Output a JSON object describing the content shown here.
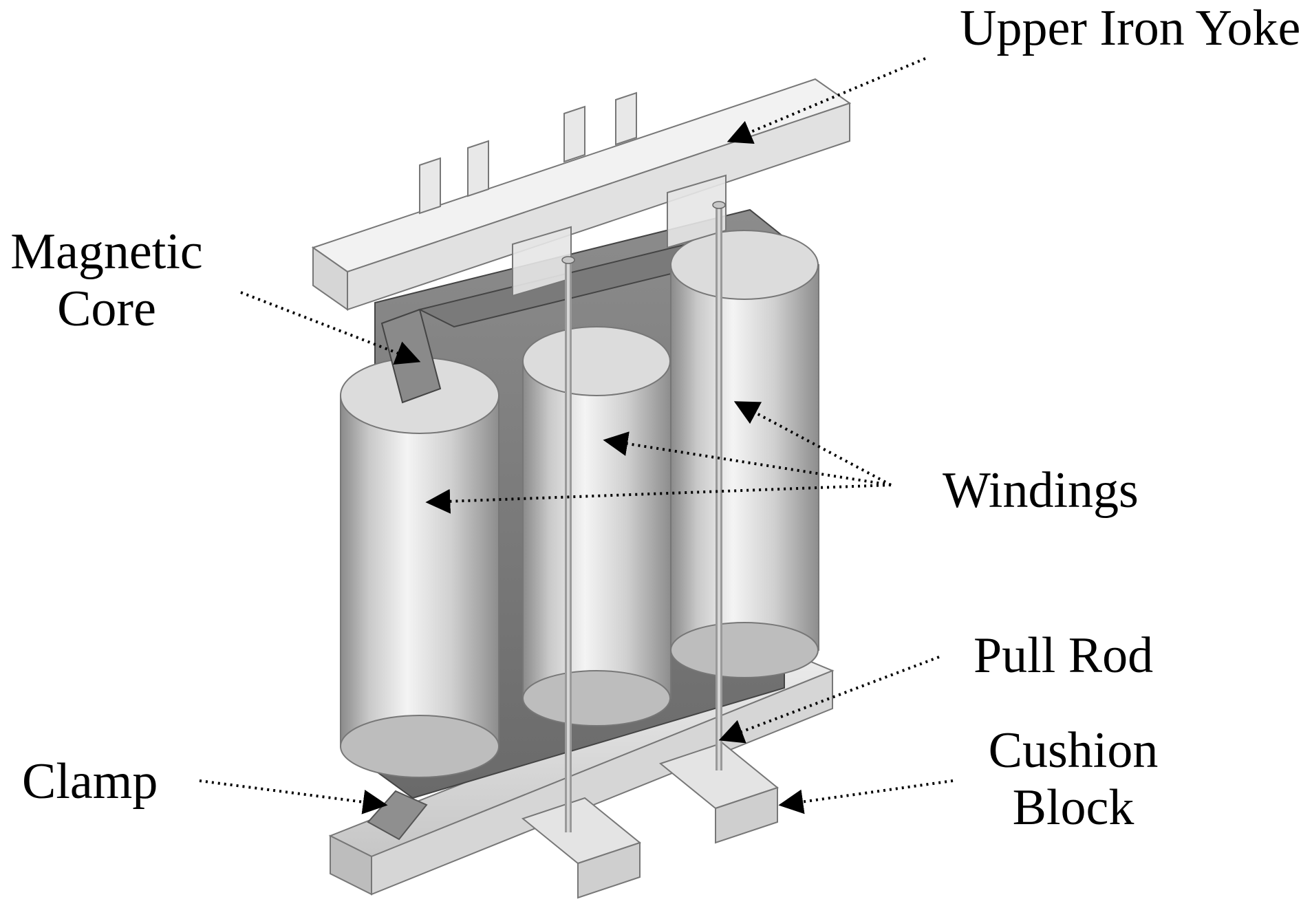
{
  "labels": {
    "upper_iron_yoke": "Upper Iron Yoke",
    "magnetic": "Magnetic",
    "core": "Core",
    "windings": "Windings",
    "pull_rod": "Pull Rod",
    "clamp": "Clamp",
    "cushion": "Cushion",
    "block": "Block"
  },
  "colors": {
    "text": "#000000",
    "steel_light": "#e2e2e2",
    "steel_mid": "#b4b4b4",
    "steel_dark": "#6e6e6e",
    "frame_transparent": "#d8d8d8"
  }
}
